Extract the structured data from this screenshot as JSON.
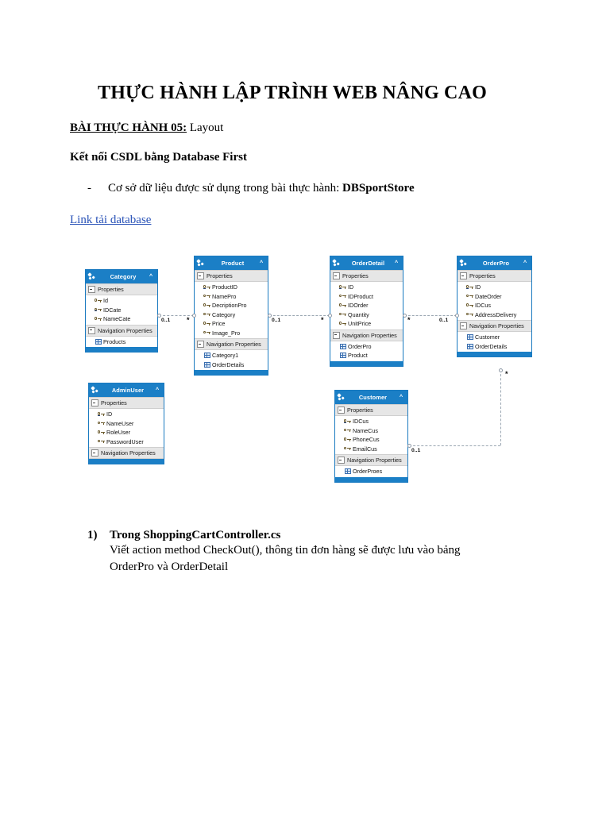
{
  "document": {
    "title": "THỰC HÀNH LẬP TRÌNH WEB NÂNG CAO",
    "exercise_label": "BÀI THỰC HÀNH 05:",
    "exercise_value": " Layout",
    "subtitle": "Kết nối CSDL bằng Database First",
    "bullet_dash": "-",
    "bullet_text": "Cơ sở dữ liệu được sử dụng trong bài thực hành: ",
    "bullet_strong": "DBSportStore",
    "link_text": "Link tải database",
    "link_color": "#2a53b8"
  },
  "diagram": {
    "header_color": "#1b7fc6",
    "section_color": "#e6e6e6",
    "border_color": "#1a7ac0",
    "section_labels": {
      "properties": "Properties",
      "navigation": "Navigation Properties"
    },
    "chevron": "^",
    "entities": [
      {
        "name": "Category",
        "properties": [
          {
            "label": "Id",
            "pk": false
          },
          {
            "label": "IDCate",
            "pk": true
          },
          {
            "label": "NameCate",
            "pk": false
          }
        ],
        "navigation": [
          "Products"
        ]
      },
      {
        "name": "Product",
        "properties": [
          {
            "label": "ProductID",
            "pk": true
          },
          {
            "label": "NamePro",
            "pk": false
          },
          {
            "label": "DecriptionPro",
            "pk": false
          },
          {
            "label": "Category",
            "pk": false
          },
          {
            "label": "Price",
            "pk": false
          },
          {
            "label": "Image_Pro",
            "pk": false
          }
        ],
        "navigation": [
          "Category1",
          "OrderDetails"
        ]
      },
      {
        "name": "OrderDetail",
        "properties": [
          {
            "label": "ID",
            "pk": true
          },
          {
            "label": "IDProduct",
            "pk": false
          },
          {
            "label": "IDOrder",
            "pk": false
          },
          {
            "label": "Quantity",
            "pk": false
          },
          {
            "label": "UnitPrice",
            "pk": false
          }
        ],
        "navigation": [
          "OrderPro",
          "Product"
        ]
      },
      {
        "name": "OrderPro",
        "properties": [
          {
            "label": "ID",
            "pk": true
          },
          {
            "label": "DateOrder",
            "pk": false
          },
          {
            "label": "IDCus",
            "pk": false
          },
          {
            "label": "AddressDelivery",
            "pk": false
          }
        ],
        "navigation": [
          "Customer",
          "OrderDetails"
        ]
      },
      {
        "name": "AdminUser",
        "properties": [
          {
            "label": "ID",
            "pk": true
          },
          {
            "label": "NameUser",
            "pk": false
          },
          {
            "label": "RoleUser",
            "pk": false
          },
          {
            "label": "PasswordUser",
            "pk": false
          }
        ],
        "navigation": []
      },
      {
        "name": "Customer",
        "properties": [
          {
            "label": "IDCus",
            "pk": true
          },
          {
            "label": "NameCus",
            "pk": false
          },
          {
            "label": "PhoneCus",
            "pk": false
          },
          {
            "label": "EmailCus",
            "pk": false
          }
        ],
        "navigation": [
          "OrderProes"
        ]
      }
    ],
    "relationships": [
      {
        "from": "Category",
        "to": "Product",
        "from_mult": "0..1",
        "to_mult": "*"
      },
      {
        "from": "Product",
        "to": "OrderDetail",
        "from_mult": "0..1",
        "to_mult": "*"
      },
      {
        "from": "OrderDetail",
        "to": "OrderPro",
        "from_mult": "*",
        "to_mult": "0..1"
      },
      {
        "from": "Customer",
        "to": "OrderPro",
        "from_mult": "0..1",
        "to_mult": "*"
      }
    ]
  },
  "task": {
    "number": "1)",
    "heading": "Trong ShoppingCartController.cs",
    "line1": "Viết action method CheckOut(), thông tin đơn hàng sẽ được lưu vào bảng",
    "line2": "OrderPro và OrderDetail"
  }
}
